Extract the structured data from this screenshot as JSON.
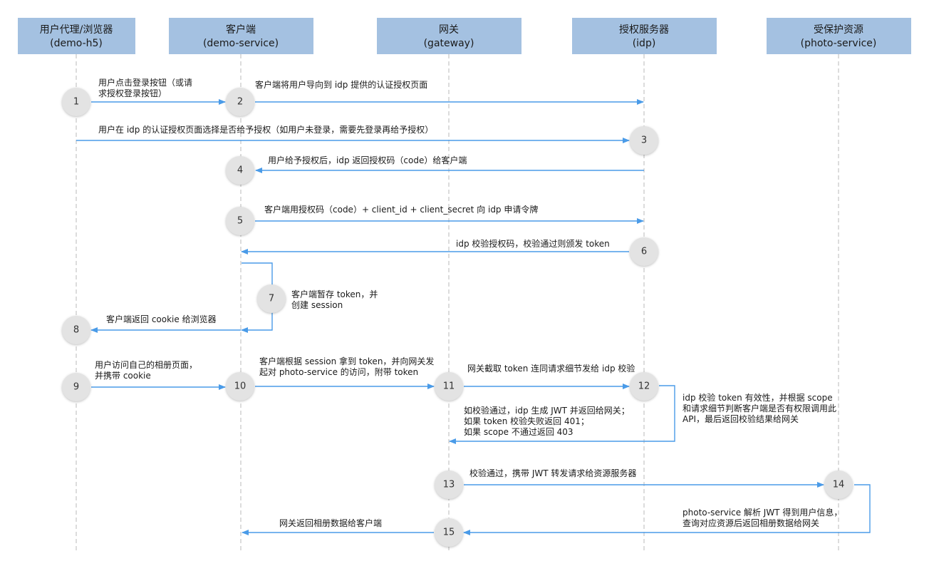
{
  "colors": {
    "header_bg": "#a4c1e1",
    "arrow": "#4a9be8",
    "circle": "#e3e3e3",
    "lifeline": "#b9b9b9"
  },
  "participants": [
    {
      "id": "browser",
      "name": "用户代理/浏览器",
      "sub": "(demo-h5)"
    },
    {
      "id": "client",
      "name": "客户端",
      "sub": "(demo-service)"
    },
    {
      "id": "gateway",
      "name": "网关",
      "sub": "(gateway)"
    },
    {
      "id": "idp",
      "name": "授权服务器",
      "sub": "(idp)"
    },
    {
      "id": "photo",
      "name": "受保护资源",
      "sub": "(photo-service)"
    }
  ],
  "steps": [
    {
      "num": "1"
    },
    {
      "num": "2"
    },
    {
      "num": "3"
    },
    {
      "num": "4"
    },
    {
      "num": "5"
    },
    {
      "num": "6"
    },
    {
      "num": "7"
    },
    {
      "num": "8"
    },
    {
      "num": "9"
    },
    {
      "num": "10"
    },
    {
      "num": "11"
    },
    {
      "num": "12"
    },
    {
      "num": "13"
    },
    {
      "num": "14"
    },
    {
      "num": "15"
    }
  ],
  "labels": {
    "m1": [
      "用户点击登录按钮（或请",
      "求授权登录按钮）"
    ],
    "m2": [
      "客户端将用户导向到 idp 提供的认证授权页面"
    ],
    "m3": [
      "用户在 idp 的认证授权页面选择是否给予授权（如用户未登录，需要先登录再给予授权）"
    ],
    "m4": [
      "用户给予授权后，idp 返回授权码（code）给客户端"
    ],
    "m5": [
      "客户端用授权码（code）+ client_id + client_secret 向 idp 申请令牌"
    ],
    "m6": [
      "idp 校验授权码，校验通过则颁发 token"
    ],
    "m7": [
      "客户端暂存  token，并",
      "创建 session"
    ],
    "m8": [
      "客户端返回 cookie 给浏览器"
    ],
    "m9": [
      "用户访问自己的相册页面，",
      "并携带 cookie"
    ],
    "m10": [
      "客户端根据 session 拿到 token，并向网关发",
      "起对 photo-service 的访问，附带 token"
    ],
    "m11": [
      "网关截取 token 连同请求细节发给 idp 校验"
    ],
    "m12": [
      "idp 校验 token 有效性，并根据 scope",
      "和请求细节判断客户端是否有权限调用此",
      "API，最后返回校验结果给网关"
    ],
    "m12r": [
      "如校验通过，idp 生成 JWT 并返回给网关；",
      "如果 token 校验失败返回 401；",
      "如果 scope 不通过返回 403"
    ],
    "m13": [
      "校验通过，携带 JWT 转发请求给资源服务器"
    ],
    "m14": [
      "photo-service 解析 JWT 得到用户信息，",
      "查询对应资源后返回相册数据给网关"
    ],
    "m15": [
      "网关返回相册数据给客户端"
    ]
  }
}
